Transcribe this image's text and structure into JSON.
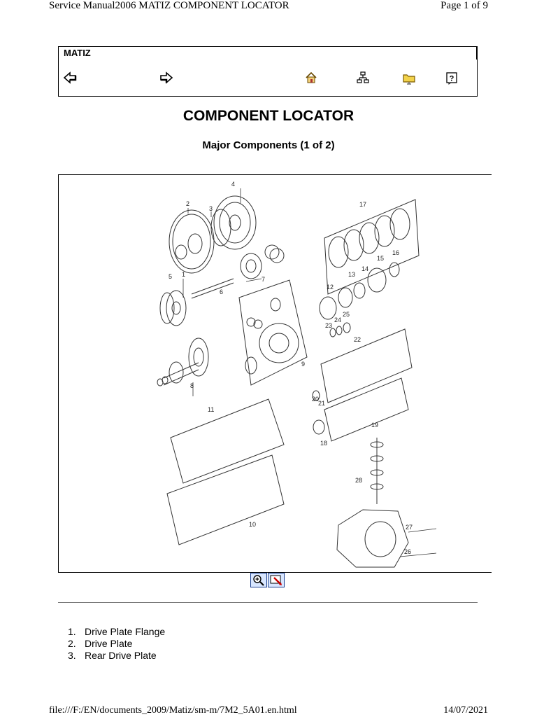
{
  "header": {
    "title": "Service Manual2006 MATIZ COMPONENT LOCATOR",
    "page": "Page 1 of 9"
  },
  "nav": {
    "brand": "MATIZ",
    "icons": [
      "back-arrow-icon",
      "forward-arrow-icon",
      "home-icon",
      "sitemap-icon",
      "folder-icon",
      "help-icon"
    ]
  },
  "page_title": "COMPONENT LOCATOR",
  "subtitle": "Major Components (1 of 2)",
  "figure": {
    "callouts": [
      "1",
      "2",
      "3",
      "4",
      "5",
      "6",
      "7",
      "8",
      "9",
      "10",
      "11",
      "12",
      "13",
      "14",
      "15",
      "16",
      "17",
      "18",
      "19",
      "20",
      "21",
      "22",
      "23",
      "24",
      "25",
      "26",
      "27",
      "28"
    ]
  },
  "zoom": {
    "icons": [
      "zoom-in-icon",
      "pointer-icon"
    ]
  },
  "parts_list": [
    {
      "num": "1.",
      "label": "Drive Plate Flange"
    },
    {
      "num": "2.",
      "label": "Drive Plate"
    },
    {
      "num": "3.",
      "label": "Rear Drive Plate"
    }
  ],
  "footer": {
    "path": "file:///F:/EN/documents_2009/Matiz/sm-m/7M2_5A01.en.html",
    "date": "14/07/2021"
  }
}
